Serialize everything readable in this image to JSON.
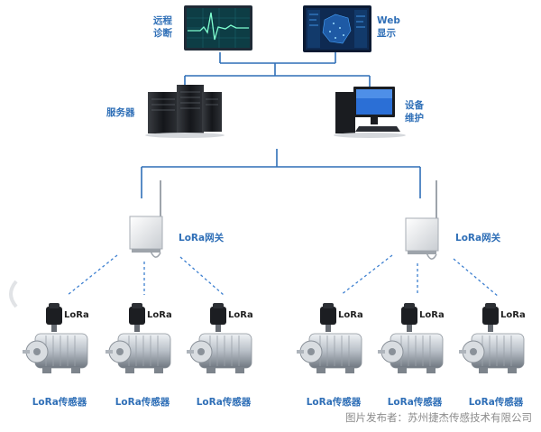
{
  "nodes": {
    "remote_diagnosis": {
      "label_line1": "远程",
      "label_line2": "诊断"
    },
    "web_display": {
      "label_line1": "Web",
      "label_line2": "显示"
    },
    "server": {
      "label": "服务器"
    },
    "maintenance": {
      "label_line1": "设备",
      "label_line2": "维护"
    },
    "gateway_left": {
      "label": "LoRa网关"
    },
    "gateway_right": {
      "label": "LoRa网关"
    }
  },
  "sensors": [
    {
      "label": "LoRa传感器",
      "badge": "LoRa"
    },
    {
      "label": "LoRa传感器",
      "badge": "LoRa"
    },
    {
      "label": "LoRa传感器",
      "badge": "LoRa"
    },
    {
      "label": "LoRa传感器",
      "badge": "LoRa"
    },
    {
      "label": "LoRa传感器",
      "badge": "LoRa"
    },
    {
      "label": "LoRa传感器",
      "badge": "LoRa"
    }
  ],
  "credit": "图片发布者：苏州捷杰传感技术有限公司",
  "colors": {
    "line": "#2f6fb7",
    "label": "#2f6fb7",
    "dashed": "#3c7fd0"
  }
}
